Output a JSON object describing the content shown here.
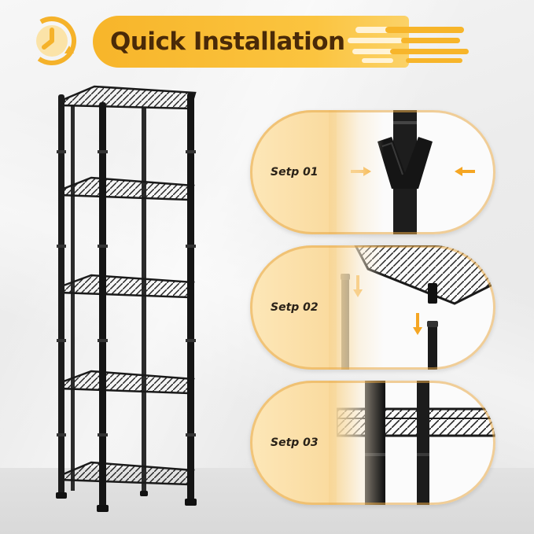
{
  "header": {
    "title": "Quick Installation",
    "icon": "clock-arrow-icon",
    "accent_color": "#f7b52a",
    "title_color": "#4a2a08"
  },
  "steps": [
    {
      "label": "Setp 01",
      "image": "pole-connector-icon"
    },
    {
      "label": "Setp 02",
      "image": "shelf-pole-insert-icon"
    },
    {
      "label": "Setp 03",
      "image": "assembled-shelf-icon"
    }
  ]
}
